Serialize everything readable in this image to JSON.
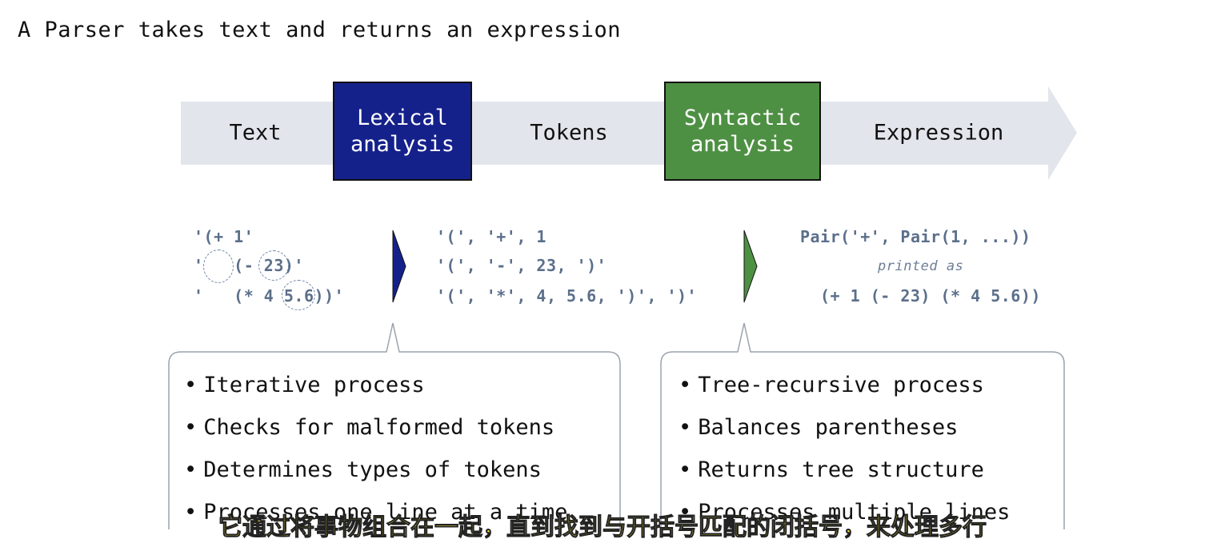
{
  "title": "A Parser takes text and returns an expression",
  "pipeline": {
    "stages": [
      "Text",
      "Tokens",
      "Expression"
    ],
    "lexical_box": "Lexical\nanalysis",
    "syntactic_box": "Syntactic\nanalysis",
    "colors": {
      "lexical": "#15218a",
      "syntactic": "#4e9043",
      "arrow": "#e2e6ec"
    }
  },
  "text_example": [
    "'(+ 1'",
    "'   (- 23)'",
    "'   (* 4 5.6))'"
  ],
  "tokens_example": [
    "'(', '+', 1",
    "'(', '-', 23, ')'",
    "'(', '*', 4, 5.6, ')', ')'"
  ],
  "expression_example": {
    "pair": "Pair('+', Pair(1, ...))",
    "printed_as": "printed as",
    "printed": "(+ 1 (- 23) (* 4 5.6))"
  },
  "lexical_notes": [
    "Iterative process",
    "Checks for malformed tokens",
    "Determines types of tokens",
    "Processes one line at a time"
  ],
  "syntactic_notes": [
    "Tree-recursive process",
    "Balances parentheses",
    "Returns tree structure",
    "Processes multiple lines"
  ],
  "subtitle": "它通过将事物组合在一起，直到找到与开括号匹配的闭括号，来处理多行"
}
